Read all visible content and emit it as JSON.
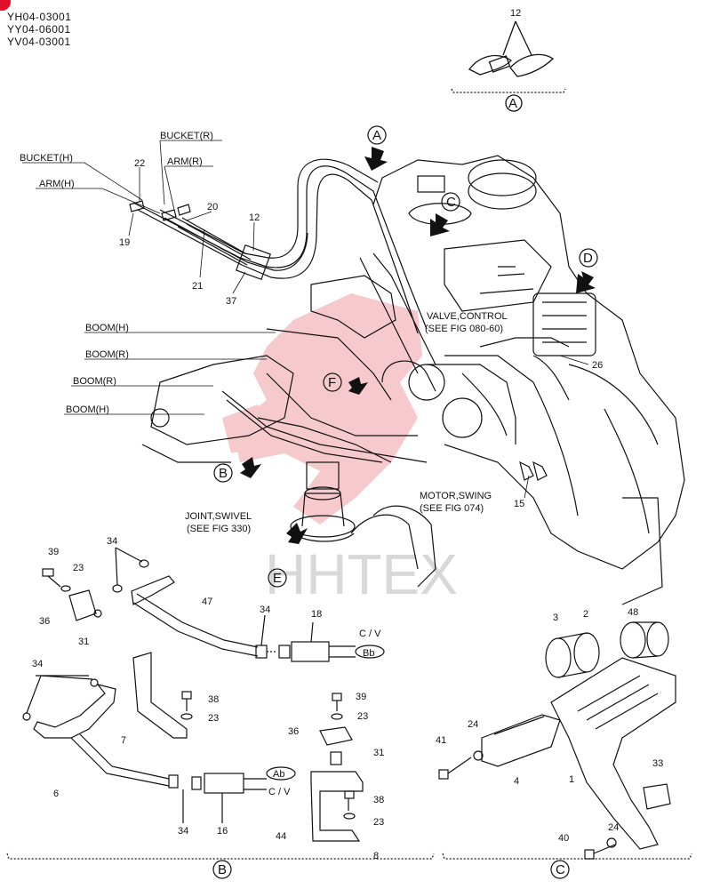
{
  "part_codes": [
    "YH04-03001",
    "YY04-06001",
    "YV04-03001"
  ],
  "watermark": "HHTEX",
  "callout_labels": {
    "bucket_h": "BUCKET(H)",
    "bucket_r": "BUCKET(R)",
    "arm_r": "ARM(R)",
    "arm_h": "ARM(H)",
    "boom_h_1": "BOOM(H)",
    "boom_r_1": "BOOM(R)",
    "boom_r_2": "BOOM(R)",
    "boom_h_2": "BOOM(H)",
    "valve_control": "VALVE,CONTROL",
    "valve_ref": "(SEE FIG 080-60)",
    "motor_swing": "MOTOR,SWING",
    "motor_ref": "(SEE FIG 074)",
    "joint_swivel": "JOINT,SWIVEL",
    "joint_ref": "(SEE FIG 330)",
    "cv_top": "C / V",
    "cv_bottom": "C / V",
    "port_bb": "Bb",
    "port_ab": "Ab"
  },
  "view_markers": {
    "a_top": "A",
    "c_top": "C",
    "d_top": "D",
    "a_arrow": "A",
    "c_arrow": "C",
    "d_arrow": "D",
    "f_arrow": "F",
    "b_arrow": "B",
    "e_arrow": "E",
    "b_section": "B",
    "c_section": "C"
  },
  "part_numbers": {
    "n12a": "12",
    "n22": "22",
    "n20": "20",
    "n12b": "12",
    "n19": "19",
    "n21": "21",
    "n37": "37",
    "n26": "26",
    "n15": "15",
    "n39a": "39",
    "n23a": "23",
    "n34a": "34",
    "n36a": "36",
    "n31a": "31",
    "n47": "47",
    "n34b": "34",
    "n18": "18",
    "n34c": "34",
    "n38a": "38",
    "n23b": "23",
    "n7": "7",
    "n6": "6",
    "n34d": "34",
    "n16": "16",
    "n39b": "39",
    "n23c": "23",
    "n36b": "36",
    "n31b": "31",
    "n38b": "38",
    "n23d": "23",
    "n44": "44",
    "n8": "8",
    "n3": "3",
    "n2": "2",
    "n48": "48",
    "n41": "41",
    "n24a": "24",
    "n4": "4",
    "n1": "1",
    "n33": "33",
    "n40": "40",
    "n24b": "24"
  },
  "colors": {
    "line": "#111111",
    "watermark_red": "#f3b7bd",
    "accent_dot": "#e0102a"
  }
}
